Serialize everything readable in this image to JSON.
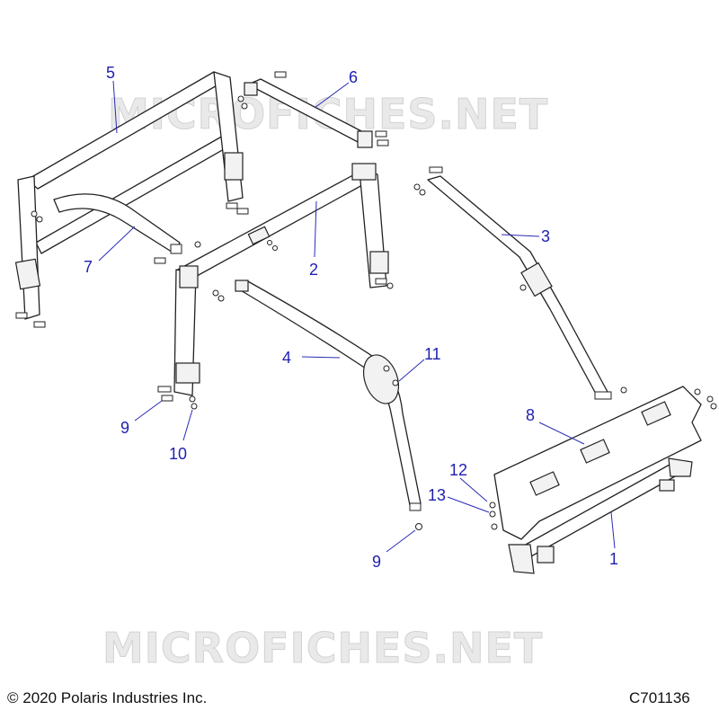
{
  "watermark": {
    "text": "MICROFICHES.NET"
  },
  "callouts": {
    "c1": "1",
    "c2": "2",
    "c3": "3",
    "c4": "4",
    "c5": "5",
    "c6": "6",
    "c7": "7",
    "c8": "8",
    "c9a": "9",
    "c9b": "9",
    "c10": "10",
    "c11": "11",
    "c12": "12",
    "c13": "13"
  },
  "footer": {
    "copyright": "© 2020 Polaris Industries Inc.",
    "code": "C701136"
  },
  "colors": {
    "callout": "#1f1fb0",
    "line": "#222222",
    "watermark": "#d2d2d2"
  }
}
